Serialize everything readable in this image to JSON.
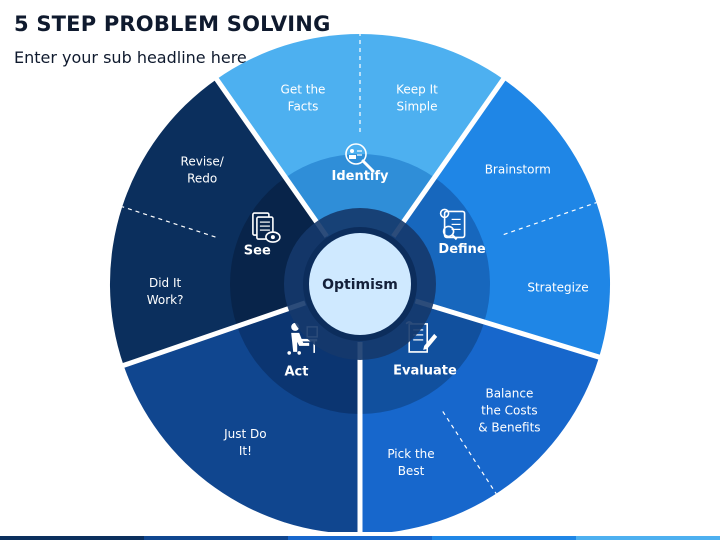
{
  "header": {
    "title": "5 STEP PROBLEM SOLVING",
    "subtitle": "Enter your sub headline here"
  },
  "center": {
    "label": "Optimism"
  },
  "steps": [
    {
      "label": "Identify",
      "icon": "magnifier-document-icon",
      "outer": [
        [
          "Get the",
          "Facts"
        ],
        [
          "Keep It",
          "Simple"
        ]
      ],
      "colors": {
        "outer": "#4db0f0",
        "inner": "#2f8ed8"
      }
    },
    {
      "label": "Define",
      "icon": "scroll-document-icon",
      "outer": [
        [
          "Brainstorm"
        ],
        [
          "Strategize"
        ]
      ],
      "colors": {
        "outer": "#1f86e6",
        "inner": "#1767bd"
      }
    },
    {
      "label": "Evaluate",
      "icon": "edit-paper-icon",
      "outer": [
        [
          "Balance",
          "the Costs",
          "& Benefits"
        ],
        [
          "Pick the",
          "Best"
        ]
      ],
      "colors": {
        "outer": "#1767cc",
        "inner": "#11509e"
      }
    },
    {
      "label": "Act",
      "icon": "person-at-desk-icon",
      "outer": [
        [
          "Just Do",
          "It!"
        ]
      ],
      "colors": {
        "outer": "#10468f",
        "inner": "#0b3571"
      }
    },
    {
      "label": "See",
      "icon": "documents-eye-icon",
      "outer": [
        [
          "Revise/",
          "Redo"
        ],
        [
          "Did It",
          "Work?"
        ]
      ],
      "colors": {
        "outer": "#0b2f5d",
        "inner": "#08244a"
      }
    }
  ],
  "colors": {
    "hub_ring": "#15386c",
    "hub_fill": "#cfe9ff",
    "center_ring": "#0c2d5c",
    "text_dark": "#0f1a2e"
  }
}
